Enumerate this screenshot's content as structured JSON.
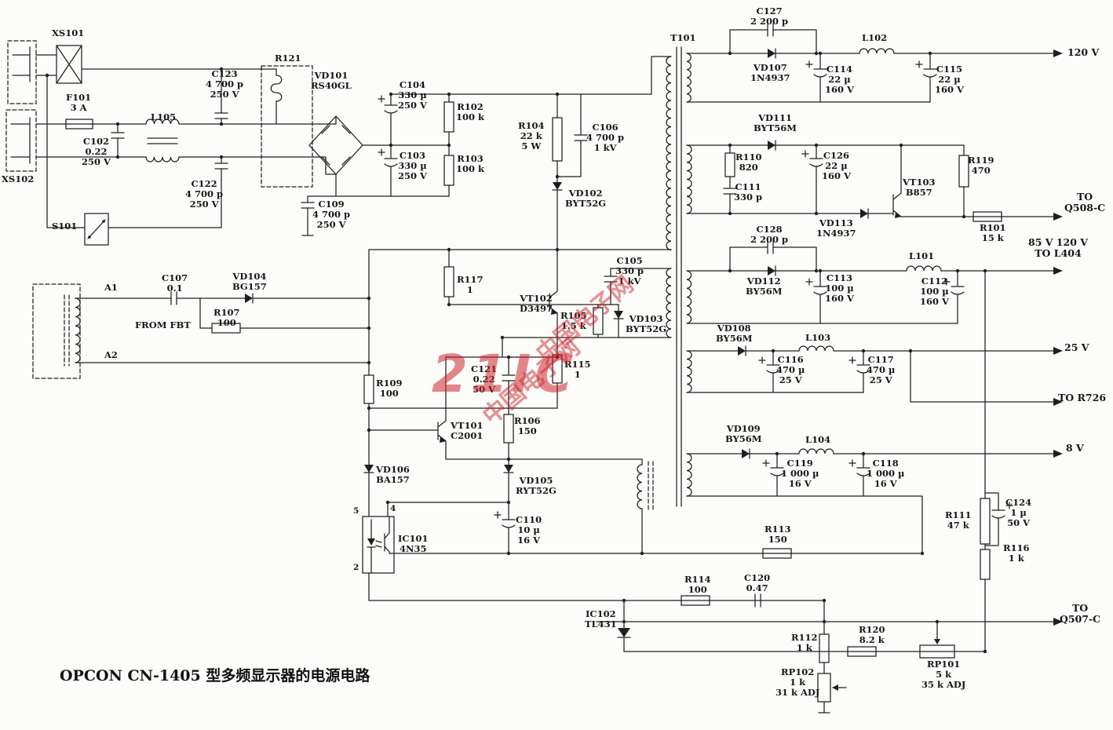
{
  "caption": "OPCON CN-1405 型多频显示器的电源电路",
  "colors": {
    "ink": "#1f1f1f",
    "paper": "#fcfcfa",
    "watermark": "#cc242e"
  },
  "watermark": {
    "big": "21IC",
    "cn1": "中国电子网",
    "cn2": "中国电子网"
  },
  "labels": {
    "xs101": "XS101",
    "f101": "F101\n3 A",
    "l105": "L105",
    "c102": "C102\n0.22\n250 V",
    "xs102": "XS102",
    "c123": "C123\n4 700 p\n250 V",
    "c122": "C122\n4 700 p\n250 V",
    "r121": "R121",
    "vd101": "VD101\nRS40GL",
    "s101": "S101",
    "c109": "C109\n4 700 p\n250 V",
    "c104": "C104\n330 µ\n250 V",
    "c103": "C103\n330 µ\n250 V",
    "r102": "R102\n100 k",
    "r103": "R103\n100 k",
    "r104": "R104\n22 k\n5 W",
    "c106": "C106\n4 700 p\n1 kV",
    "vd102": "VD102\nBYT52G",
    "c105": "C105\n330 p\n1 kV",
    "vd103": "VD103\nBYT52G",
    "r105": "R105\n1.5 k",
    "r115": "R115\n1",
    "r117": "R117\n1",
    "vt102": "VT102\nD3497",
    "c107": "C107\n0.1",
    "vd104": "VD104\nBG157",
    "r107": "R107\n100",
    "from_fbt": "FROM FBT",
    "a1": "A1",
    "a2": "A2",
    "r109": "R109\n100",
    "c121": "C121\n0.22\n50 V",
    "vt101": "VT101\nC2001",
    "r106": "R106\n150",
    "vd106": "VD106\nBA157",
    "vd105": "VD105\nRYT52G",
    "ic101": "IC101\n4N35",
    "ic101_pin5": "5",
    "ic101_pin4": "4",
    "ic101_pin2": "2",
    "c110": "C110\n10 µ\n16 V",
    "t101": "T101",
    "c127": "C127\n2 200 p",
    "vd107": "VD107\n1N4937",
    "c114": "C114\n22 µ\n160 V",
    "l102": "L102",
    "c115": "C115\n22 µ\n160 V",
    "out_120v": "120 V",
    "vd111": "VD111\nBYT56M",
    "r110": "R110\n820",
    "c111": "C111\n330 p",
    "c126": "C126\n22 µ\n160 V",
    "r119": "R119\n470",
    "vt103": "VT103\nB857",
    "r101": "R101\n15 k",
    "to_q508c": "TO\nQ508-C",
    "vd113": "VD113\n1N4937",
    "c128": "C128\n2 200 p",
    "vd112": "VD112\nBY56M",
    "c113": "C113\n100 µ\n160 V",
    "l101": "L101",
    "c112": "C112\n100 µ\n160 V",
    "out_85": "85 V   120 V\nTO L404",
    "vd108": "VD108\nBY56M",
    "l103": "L103",
    "c116": "C116\n470 µ\n25 V",
    "c117": "C117\n470 µ\n25 V",
    "out_25v": "25 V",
    "to_r726": "TO R726",
    "vd109": "VD109\nBY56M",
    "l104": "L104",
    "c119": "C119\n1 000 µ\n16 V",
    "c118": "C118\n1 000 µ\n16 V",
    "out_8v": "8 V",
    "r113": "R113\n150",
    "r111": "R111\n47 k",
    "c124": "C124\n1 µ\n50 V",
    "r116": "R116\n1 k",
    "r114": "R114\n100",
    "c120": "C120\n0.47",
    "ic102": "IC102\nTL431",
    "r112": "R112\n1 k",
    "r120": "R120\n8.2 k",
    "rp101": "RP101\n5 k\n35 k ADJ",
    "to_q507c": "TO\nQ507-C",
    "rp102": "RP102\n1 k\n31 k ADJ"
  }
}
